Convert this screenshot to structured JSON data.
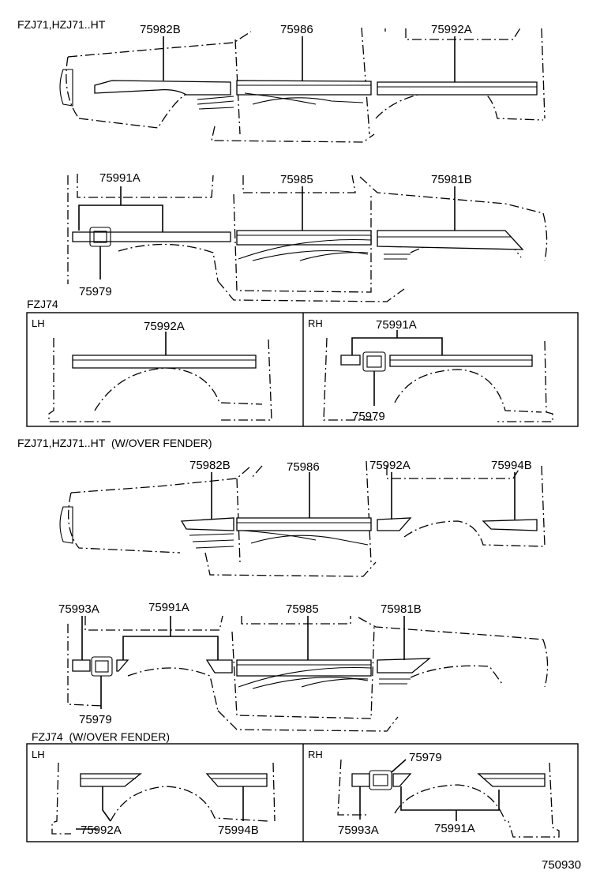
{
  "headers": {
    "top": "FZJ71,HZJ71..HT",
    "fzj74": "FZJ74",
    "overfender": "FZJ71,HZJ71..HT  (W/OVER FENDER)",
    "fzj74_overfender": "FZJ74  (W/OVER FENDER)"
  },
  "panel_tags": {
    "lh": "LH",
    "rh": "RH"
  },
  "parts": {
    "p75982B": "75982B",
    "p75986": "75986",
    "p75992A": "75992A",
    "p75991A": "75991A",
    "p75985": "75985",
    "p75981B": "75981B",
    "p75979": "75979",
    "p75994B": "75994B",
    "p75993A": "75993A"
  },
  "figure_number": "750930"
}
